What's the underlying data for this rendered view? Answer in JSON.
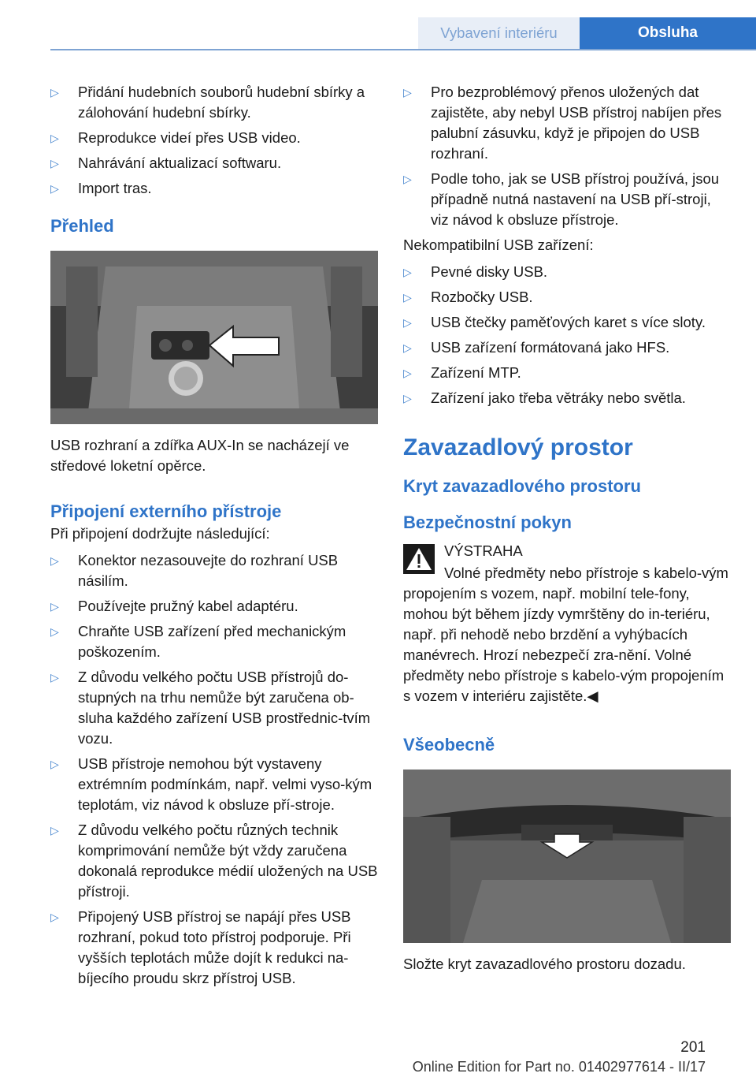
{
  "header": {
    "section": "Vybavení interiéru",
    "tab": "Obsluha"
  },
  "left": {
    "intro_list": [
      "Přidání hudebních souborů hudební sbírky a zálohování hudební sbírky.",
      "Reprodukce videí přes USB video.",
      "Nahrávání aktualizací softwaru.",
      "Import tras."
    ],
    "overview_heading": "Přehled",
    "overview_caption": "USB rozhraní a zdířka AUX-In se nacházejí ve středové loketní opěrce.",
    "connect_heading": "Připojení externího přístroje",
    "connect_intro": "Při připojení dodržujte následující:",
    "connect_list": [
      "Konektor nezasouvejte do rozhraní USB násilím.",
      "Používejte pružný kabel adaptéru.",
      "Chraňte USB zařízení před mechanickým poškozením.",
      "Z důvodu velkého počtu USB přístrojů do-stupných na trhu nemůže být zaručena ob-sluha každého zařízení USB prostřednic-tvím vozu.",
      "USB přístroje nemohou být vystaveny extrémním podmínkám, např. velmi vyso-kým teplotám, viz návod k obsluze pří-stroje.",
      "Z důvodu velkého počtu různých technik komprimování nemůže být vždy zaručena dokonalá reprodukce médií uložených na USB přístroji.",
      "Připojený USB přístroj se napájí přes USB rozhraní, pokud toto přístroj podporuje. Při vyšších teplotách může dojít k redukci na-bíjecího proudu skrz přístroj USB."
    ]
  },
  "right": {
    "top_list": [
      "Pro bezproblémový přenos uložených dat zajistěte, aby nebyl USB přístroj nabíjen přes palubní zásuvku, když je připojen do USB rozhraní.",
      "Podle toho, jak se USB přístroj používá, jsou případně nutná nastavení na USB pří-stroji, viz návod k obsluze přístroje."
    ],
    "incompatible_intro": "Nekompatibilní USB zařízení:",
    "incompatible_list": [
      "Pevné disky USB.",
      "Rozbočky USB.",
      "USB čtečky paměťových karet s více sloty.",
      "USB zařízení formátovaná jako HFS.",
      "Zařízení MTP.",
      "Zařízení jako třeba větráky nebo světla."
    ],
    "big_heading": "Zavazadlový prostor",
    "sub_heading": "Kryt zavazadlového prostoru",
    "safety_heading": "Bezpečnostní pokyn",
    "warning_title": "VÝSTRAHA",
    "warning_text": "Volné předměty nebo přístroje s kabelo-vým propojením s vozem, např. mobilní tele-fony, mohou být během jízdy vymrštěny do in-teriéru, např. při nehodě nebo brzdění a vyhýbacích manévrech. Hrozí nebezpečí zra-nění. Volné předměty nebo přístroje s kabelo-vým propojením s vozem v interiéru zajistěte.◀",
    "general_heading": "Všeobecně",
    "general_caption": "Složte kryt zavazadlového prostoru dozadu."
  },
  "footer": {
    "page_number": "201",
    "edition": "Online Edition for Part no. 01402977614 - II/17"
  },
  "icons": {
    "bullet": "triangle-right-icon",
    "warning": "warning-triangle-icon"
  },
  "colors": {
    "accent": "#2f74c8",
    "header_light": "#e8eef7"
  }
}
